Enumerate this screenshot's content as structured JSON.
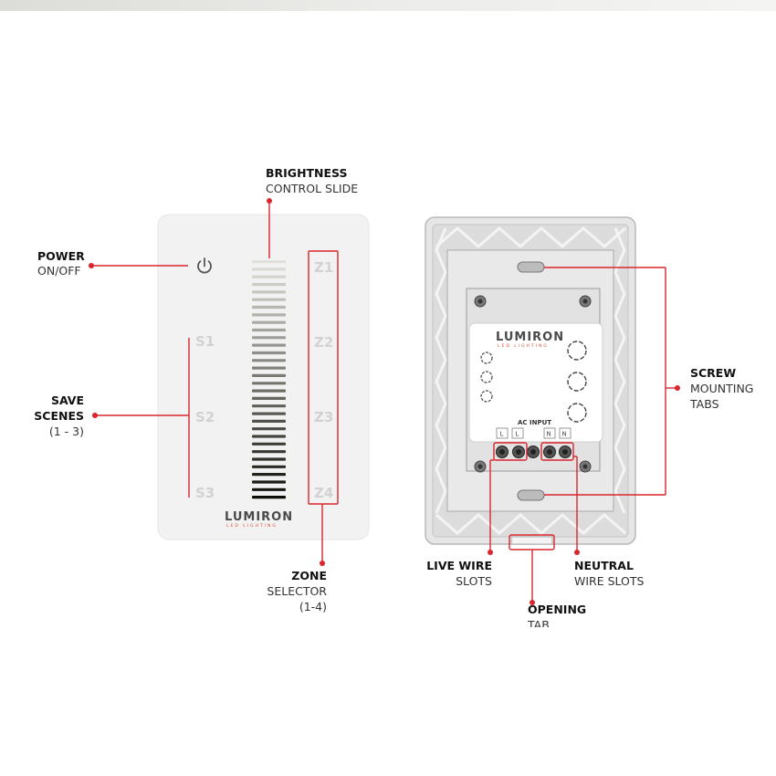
{
  "labels": {
    "brightness": {
      "title": "BRIGHTNESS",
      "sub": "CONTROL SLIDE"
    },
    "power": {
      "title": "POWER",
      "sub": "ON/OFF"
    },
    "scenes": {
      "title1": "SAVE",
      "title2": "SCENES",
      "sub": "(1 - 3)"
    },
    "zone": {
      "title": "ZONE",
      "sub1": "SELECTOR",
      "sub2": "(1-4)"
    },
    "screw": {
      "title": "SCREW",
      "sub1": "MOUNTING",
      "sub2": "TABS"
    },
    "live": {
      "title": "LIVE WIRE",
      "sub": "SLOTS"
    },
    "neutral": {
      "title": "NEUTRAL",
      "sub": "WIRE SLOTS"
    },
    "opening": {
      "title": "OPENING",
      "sub": "TAB"
    }
  },
  "front_panel": {
    "zones": [
      "Z1",
      "Z2",
      "Z3",
      "Z4"
    ],
    "scenes": [
      "S1",
      "S2",
      "S3"
    ],
    "brand": "LUMIRON",
    "brand_sub": "LED LIGHTING"
  },
  "back_panel": {
    "brand": "LUMIRON",
    "brand_sub": "LED LIGHTING",
    "ac_input": "AC INPUT",
    "terminals": [
      "L",
      "L",
      "N",
      "N"
    ]
  },
  "colors": {
    "callout": "#d9262c",
    "panel": "#f2f2f2",
    "back_frame": "#e4e4e4"
  },
  "slider_bars": 32
}
